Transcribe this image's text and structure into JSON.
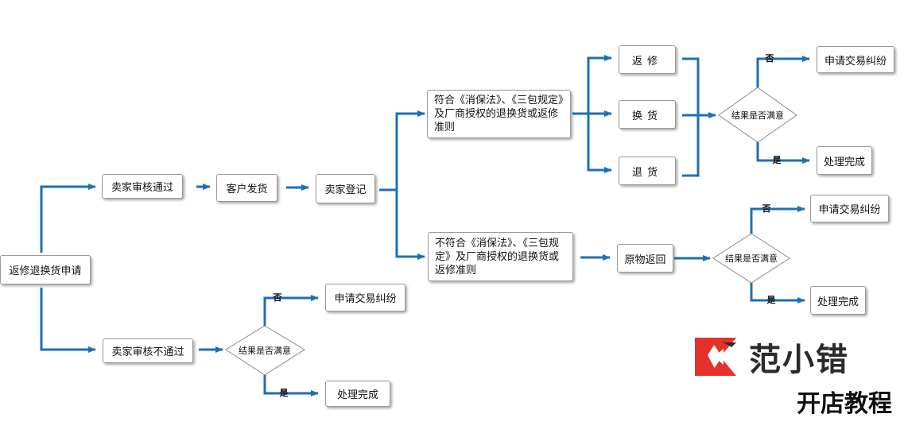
{
  "nodes": {
    "start": "返修退换货申请",
    "approved": "卖家审核通过",
    "customer_ship": "客户发货",
    "seller_register": "卖家登记",
    "compliant": "符合《消保法》、《三包规定》及厂商授权的退换货或返修准则",
    "noncompliant": "不符合《消保法》、《三包规定》及厂商授权的退换货或返修准则",
    "repair": "返修",
    "exchange": "换货",
    "return": "退货",
    "send_back": "原物返回",
    "rejected": "卖家审核不通过",
    "dispute": "申请交易纠纷",
    "done": "处理完成"
  },
  "decision": {
    "question": "结果是否满意",
    "yes": "是",
    "no": "否"
  },
  "watermark": {
    "brand": "范小错",
    "subtitle": "开店教程"
  },
  "colors": {
    "arrow": "#1e6fb4",
    "logo_red": "#e4322b",
    "logo_dark": "#2b2b2b"
  }
}
